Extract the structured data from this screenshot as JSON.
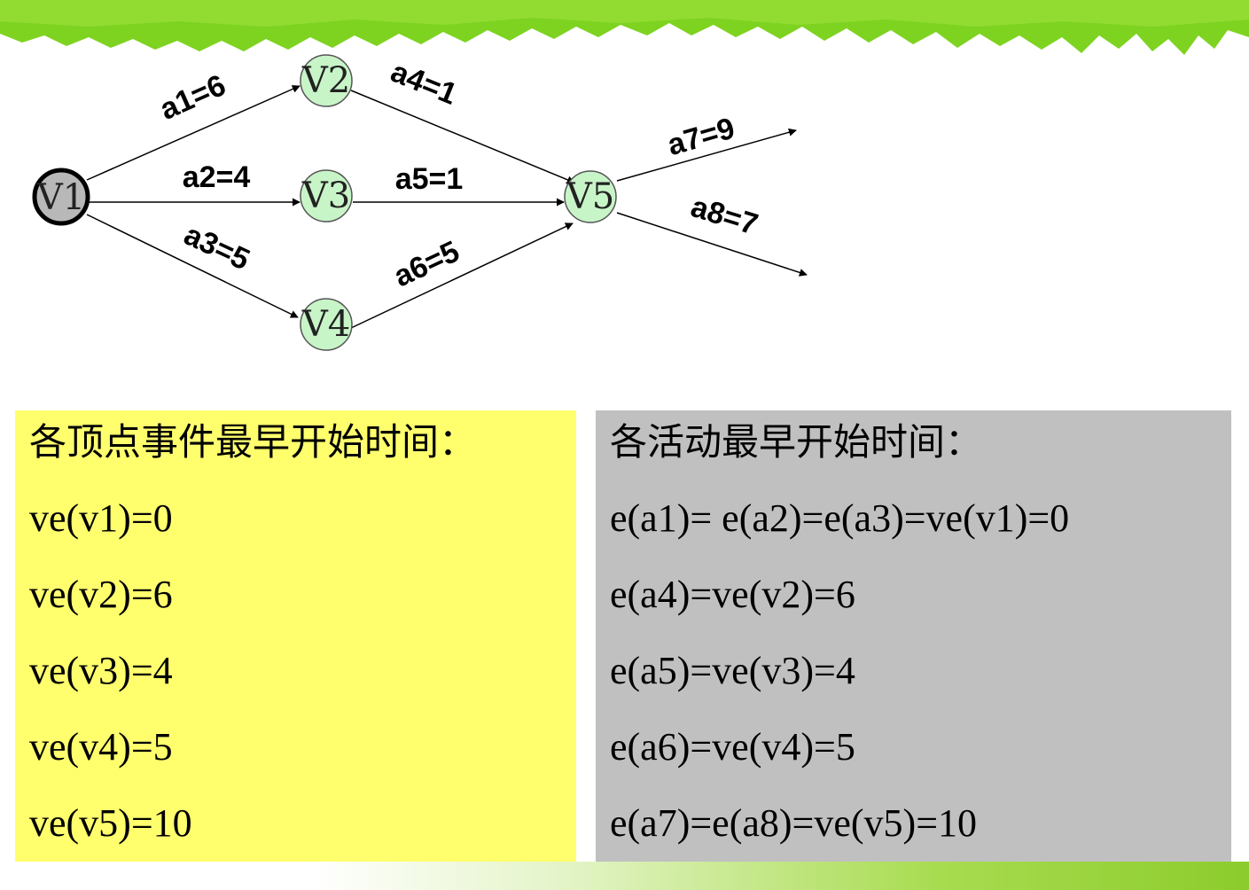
{
  "diagram": {
    "nodes": [
      {
        "id": "v1",
        "label": "V1",
        "fill": "#b8b8b8",
        "stroke": "#000000"
      },
      {
        "id": "v2",
        "label": "V2",
        "fill": "#c8f5c8",
        "stroke": "#555555"
      },
      {
        "id": "v3",
        "label": "V3",
        "fill": "#c8f5c8",
        "stroke": "#555555"
      },
      {
        "id": "v4",
        "label": "V4",
        "fill": "#c8f5c8",
        "stroke": "#555555"
      },
      {
        "id": "v5",
        "label": "V5",
        "fill": "#c8f5c8",
        "stroke": "#555555"
      }
    ],
    "edges": [
      {
        "id": "a1",
        "from": "V1",
        "to": "V2",
        "label": "a1=6"
      },
      {
        "id": "a2",
        "from": "V1",
        "to": "V3",
        "label": "a2=4"
      },
      {
        "id": "a3",
        "from": "V1",
        "to": "V4",
        "label": "a3=5"
      },
      {
        "id": "a4",
        "from": "V2",
        "to": "V5",
        "label": "a4=1"
      },
      {
        "id": "a5",
        "from": "V3",
        "to": "V5",
        "label": "a5=1"
      },
      {
        "id": "a6",
        "from": "V4",
        "to": "V5",
        "label": "a6=5"
      },
      {
        "id": "a7",
        "from": "V5",
        "to": "",
        "label": "a7=9"
      },
      {
        "id": "a8",
        "from": "V5",
        "to": "",
        "label": "a8=7"
      }
    ]
  },
  "vertex_panel": {
    "title": "各顶点事件最早开始时间：",
    "lines": [
      "ve(v1)=0",
      "ve(v2)=6",
      "ve(v3)=4",
      "ve(v4)=5",
      "ve(v5)=10"
    ],
    "background": "#ffff6e"
  },
  "activity_panel": {
    "title": "各活动最早开始时间：",
    "lines": [
      "e(a1)= e(a2)=e(a3)=ve(v1)=0",
      "e(a4)=ve(v2)=6",
      "e(a5)=ve(v3)=4",
      "e(a6)=ve(v4)=5",
      "e(a7)=e(a8)=ve(v5)=10"
    ],
    "background": "#c0c0c0"
  },
  "theme": {
    "accent_green": "#7ed321"
  }
}
